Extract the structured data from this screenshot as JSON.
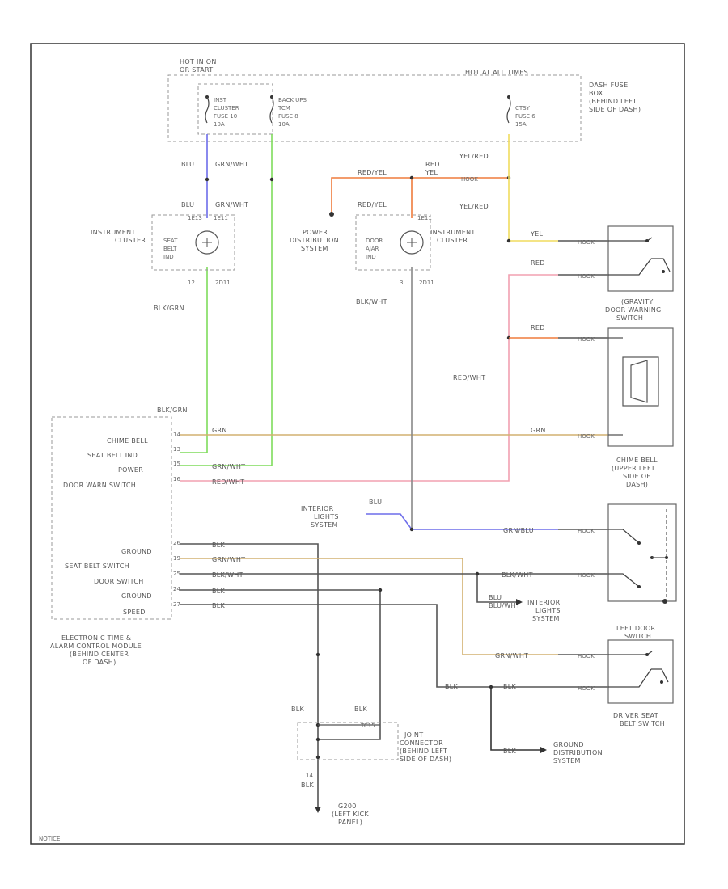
{
  "fuse_box": {
    "hot_run_start": [
      "HOT IN ON",
      "OR START"
    ],
    "hot_at_all_times": "HOT AT ALL TIMES",
    "location": [
      "DASH FUSE",
      "BOX",
      "(BEHIND LEFT",
      "SIDE OF DASH)"
    ],
    "fuse_a": [
      "INST",
      "CLUSTER",
      "FUSE 10",
      "10A"
    ],
    "fuse_b": [
      "BACK UPS",
      "TCM",
      "FUSE 8",
      "10A"
    ],
    "fuse_c": [
      "CTSY",
      "FUSE 6",
      "15A"
    ]
  },
  "wire_labels": {
    "blu": "BLU",
    "grn_wht": "GRN/WHT",
    "red_yel": "RED/YEL",
    "red": "RED",
    "yel": "YEL",
    "yel_red": "YEL/RED",
    "blk_grn": "BLK/GRN",
    "blk_wht": "BLK/WHT",
    "red_wht": "RED/WHT",
    "grn": "GRN",
    "grn_blu": "GRN/BLU",
    "blk": "BLK",
    "blu_wht": "BLU/WHT"
  },
  "instrument_cluster_left": {
    "title": [
      "INSTRUMENT",
      "CLUSTER"
    ],
    "lamp": [
      "SEAT",
      "BELT",
      "IND"
    ],
    "pins_top": [
      "1E13",
      "1E11"
    ],
    "pins_bottom": [
      "12",
      "2D11"
    ]
  },
  "instrument_cluster_right": {
    "title": [
      "INSTRUMENT",
      "CLUSTER"
    ],
    "lamp": [
      "DOOR",
      "AJAR",
      "IND"
    ],
    "pins_top": [
      "1E11"
    ],
    "pins_bottom": [
      "3",
      "2D11"
    ]
  },
  "power_distribution": [
    "POWER",
    "DISTRIBUTION",
    "SYSTEM"
  ],
  "door_ajar_switch": [
    "(GRAVITY",
    "DOOR WARNING",
    "SWITCH"
  ],
  "chime_bell": [
    "CHIME BELL",
    "(UPPER LEFT",
    "SIDE OF",
    "DASH)"
  ],
  "interior_lights": [
    "INTERIOR",
    "LIGHTS",
    "SYSTEM"
  ],
  "left_door_switch": [
    "LEFT DOOR",
    "SWITCH"
  ],
  "driver_seat_belt_switch": [
    "DRIVER SEAT",
    "BELT SWITCH"
  ],
  "ground_distribution": [
    "GROUND",
    "DISTRIBUTION",
    "SYSTEM"
  ],
  "module": {
    "name": [
      "ELECTRONIC TIME &",
      "ALARM CONTROL MODULE",
      "(BEHIND CENTER",
      "OF DASH)"
    ],
    "pins": [
      "CHIME BELL",
      "SEAT BELT IND",
      "POWER",
      "DOOR WARN SWITCH",
      "GROUND",
      "SEAT BELT SWITCH",
      "DOOR SWITCH",
      "GROUND",
      "SPEED"
    ],
    "pin_numbers": [
      "14",
      "13",
      "15",
      "16",
      "26",
      "19",
      "25",
      "24",
      "27"
    ]
  },
  "joint_connector": {
    "name": [
      "JOINT",
      "CONNECTOR",
      "(BEHIND LEFT",
      "SIDE OF DASH)"
    ],
    "pin_label": "TC15",
    "bottom_pin": "14"
  },
  "ground_point": [
    "G200",
    "(LEFT KICK",
    "PANEL)"
  ],
  "connector_mark": "HOOK",
  "footer": "NOTICE",
  "colors": {
    "blue": "#6d6dea",
    "green": "#7fdc5c",
    "orange": "#ef7b3c",
    "yellow": "#f0dc5e",
    "red_pink": "#ef8080",
    "pink": "#f2a0b0",
    "tan": "#d2b070",
    "gray": "#888888",
    "dark": "#333333"
  }
}
